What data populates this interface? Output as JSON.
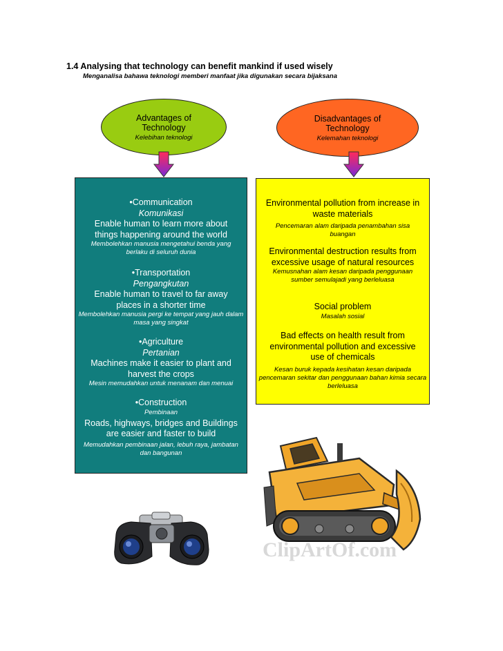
{
  "heading": {
    "title": "1.4 Analysing that technology can benefit mankind if used wisely",
    "subtitle": "Menganalisa bahawa teknologi memberi manfaat jika digunakan secara bijaksana"
  },
  "advantages": {
    "title": "Advantages of Technology",
    "subtitle": "Kelebihan teknologi",
    "items": [
      {
        "name": "•Communication",
        "name_ms": "Komunikasi",
        "desc": "Enable human to learn more about things happening around the world",
        "desc_ms": "Membolehkan manusia mengetahui benda yang berlaku di seluruh dunia"
      },
      {
        "name": "•Transportation",
        "name_ms": "Pengangkutan",
        "desc": "Enable human to travel to far away places in a shorter time",
        "desc_ms": "Membolehkan manusia pergi ke tempat yang jauh dalam masa yang singkat"
      },
      {
        "name": "•Agriculture",
        "name_ms": "Pertanian",
        "desc": "Machines make it easier to plant and harvest the crops",
        "desc_ms": "Mesin memudahkan untuk menanam dan menuai"
      },
      {
        "name": "•Construction",
        "name_ms": "Pembinaan",
        "desc": "Roads, highways, bridges and Buildings are easier and faster to build",
        "desc_ms": "Memudahkan pembinaan jalan, lebuh raya, jambatan dan bangunan"
      }
    ]
  },
  "disadvantages": {
    "title": "Disadvantages of Technology",
    "subtitle": "Kelemahan teknologi",
    "items": [
      {
        "desc": "Environmental pollution from increase in waste materials",
        "desc_ms": "Pencemaran alam daripada penambahan sisa buangan"
      },
      {
        "desc": "Environmental destruction results from excessive usage of natural resources",
        "desc_ms": "Kemusnahan alam kesan daripada penggunaan sumber semulajadi yang berleluasa"
      },
      {
        "desc": "Social problem",
        "desc_ms": "Masalah sosial"
      },
      {
        "desc": "Bad effects on health result from environmental pollution and excessive use of chemicals",
        "desc_ms": "Kesan buruk kepada kesihatan kesan daripada pencemaran sekitar dan penggunaan bahan kimia secara berleluasa"
      }
    ]
  },
  "watermark": "ClipArtOf.com",
  "colors": {
    "advantages_oval": "#99cc11",
    "disadvantages_oval": "#ff6622",
    "advantages_box": "#117d7d",
    "disadvantages_box": "#ffff00"
  },
  "images": {
    "binoculars": "binoculars-icon",
    "bulldozer": "bulldozer-icon"
  }
}
